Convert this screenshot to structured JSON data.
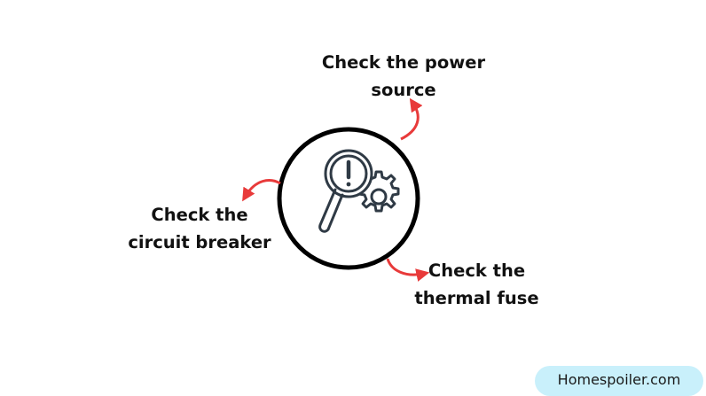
{
  "labels": {
    "power": [
      "Check the power",
      "source"
    ],
    "breaker": [
      "Check the",
      "circuit breaker"
    ],
    "fuse": [
      "Check the",
      "thermal fuse"
    ]
  },
  "watermark": {
    "text": "Homespoiler.com"
  },
  "icons": {
    "center": "magnifier-exclamation-gear-icon",
    "arrows": "curved-arrow-icon"
  },
  "colors": {
    "arrow": "#e83a3a",
    "circle_stroke": "#000000",
    "icon_stroke": "#2f3a45",
    "watermark_bg": "#c9f0fb"
  }
}
